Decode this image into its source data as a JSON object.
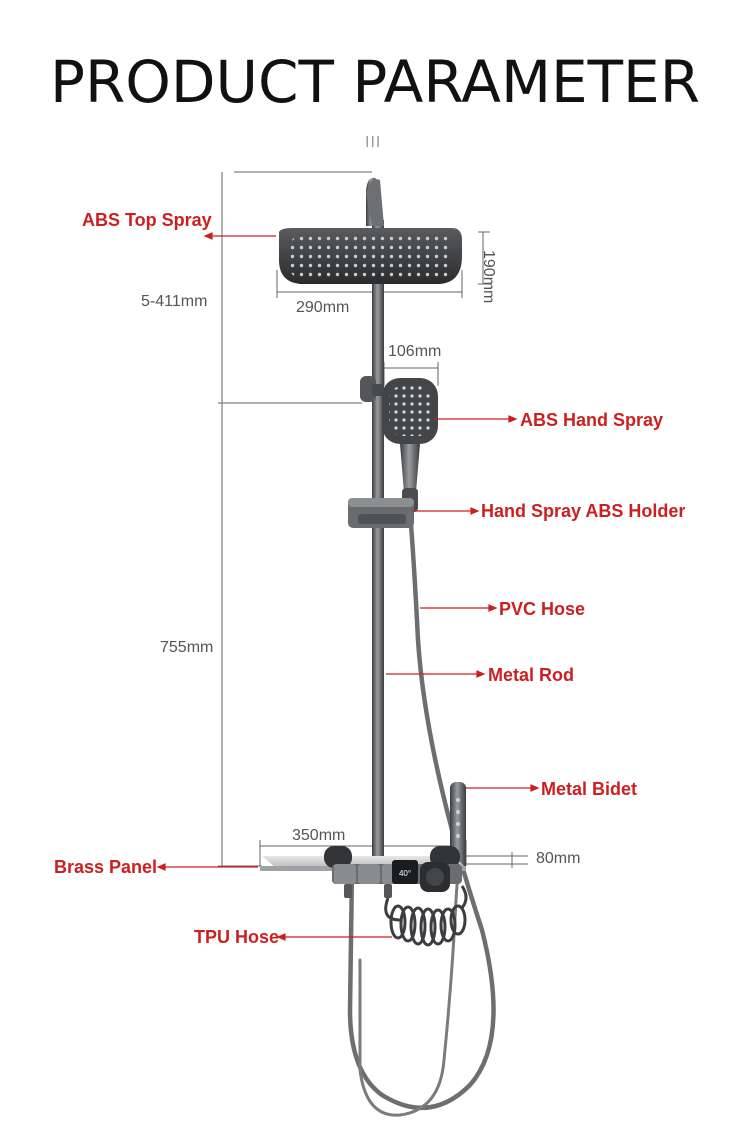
{
  "title": "PRODUCT PARAMETER",
  "mark": "III",
  "colors": {
    "accent": "#cc1f1f",
    "dimension": "#555555",
    "metal": "#5f6063",
    "panel": "#d9dadc"
  },
  "labels": {
    "top_spray": "ABS Top Spray",
    "hand_spray": "ABS Hand Spray",
    "holder": "Hand Spray ABS Holder",
    "pvc_hose": "PVC Hose",
    "metal_rod": "Metal Rod",
    "metal_bidet": "Metal Bidet",
    "brass_panel": "Brass Panel",
    "tpu_hose": "TPU Hose"
  },
  "dimensions": {
    "top_height": "5-411mm",
    "head_width": "290mm",
    "head_depth": "190mm",
    "hand_width": "106mm",
    "rod_height": "755mm",
    "panel_width": "350mm",
    "panel_depth": "80mm"
  },
  "display": {
    "temperature": "40°"
  }
}
